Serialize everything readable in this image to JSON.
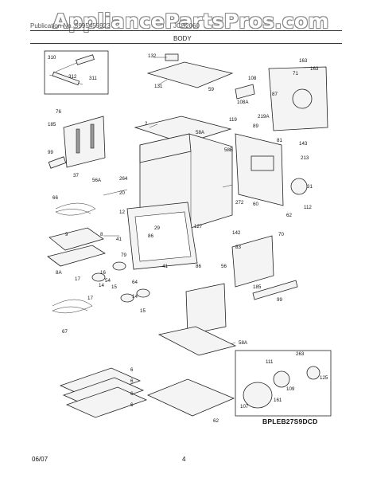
{
  "header": {
    "watermark": "AppliancePartsPros.com",
    "subtitle": "Publication No. 5995455923",
    "model": "JCB2060",
    "section": "BODY"
  },
  "diagram": {
    "reference_code": "BPLEB27S9DCD",
    "part_labels": [
      "310",
      "312",
      "311",
      "132",
      "131",
      "163",
      "163",
      "71",
      "87",
      "108",
      "108A",
      "59",
      "2",
      "119",
      "219A",
      "89",
      "81",
      "143",
      "76",
      "185",
      "99",
      "58A",
      "58B",
      "213",
      "37",
      "264",
      "56A",
      "20",
      "272",
      "60",
      "31",
      "112",
      "62",
      "66",
      "12",
      "127",
      "29",
      "142",
      "8",
      "86",
      "41",
      "83",
      "70",
      "9",
      "79",
      "8A",
      "41",
      "86",
      "56",
      "54",
      "16",
      "14",
      "17",
      "15",
      "64",
      "14",
      "17",
      "15",
      "67",
      "185",
      "99",
      "6",
      "6",
      "58A",
      "6",
      "263",
      "111",
      "125",
      "109",
      "161",
      "107",
      "62",
      "6"
    ]
  },
  "footer": {
    "date": "06/07",
    "page": "4"
  }
}
